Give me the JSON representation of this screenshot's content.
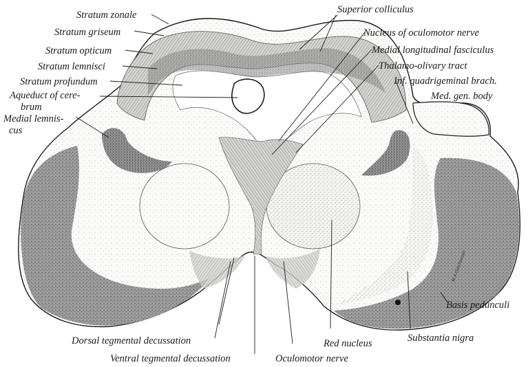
{
  "figure": {
    "signature": "M.A.Golchausen"
  },
  "labels": {
    "stratum_zonale": "Stratum zonale",
    "stratum_griseum": "Stratum griseum",
    "stratum_opticum": "Stratum opticum",
    "stratum_lemnisci": "Stratum lemnisci",
    "stratum_profundum": "Stratum profundum",
    "aqueduct_line1": "Aqueduct of cere-",
    "aqueduct_line2": "brum",
    "medial_lemniscus_line1": "Medial lemnis-",
    "medial_lemniscus_line2": "cus",
    "superior_colliculus": "Superior colliculus",
    "nucleus_oculomotor": "Nucleus of oculomotor nerve",
    "medial_longitudinal_fasciculus": "Medial longitudinal fasciculus",
    "thalamo_olivary": "Thalamo-olivary tract",
    "inf_quadrigeminal": "Inf. quadrigeminal brach.",
    "med_gen_body": "Med. gen. body",
    "basis_pedunculi": "Basis pedunculi",
    "substantia_nigra": "Substantia nigra",
    "red_nucleus": "Red nucleus",
    "oculomotor_nerve": "Oculomotor nerve",
    "dorsal_tegmental": "Dorsal tegmental decussation",
    "ventral_tegmental": "Ventral tegmental decussation"
  }
}
